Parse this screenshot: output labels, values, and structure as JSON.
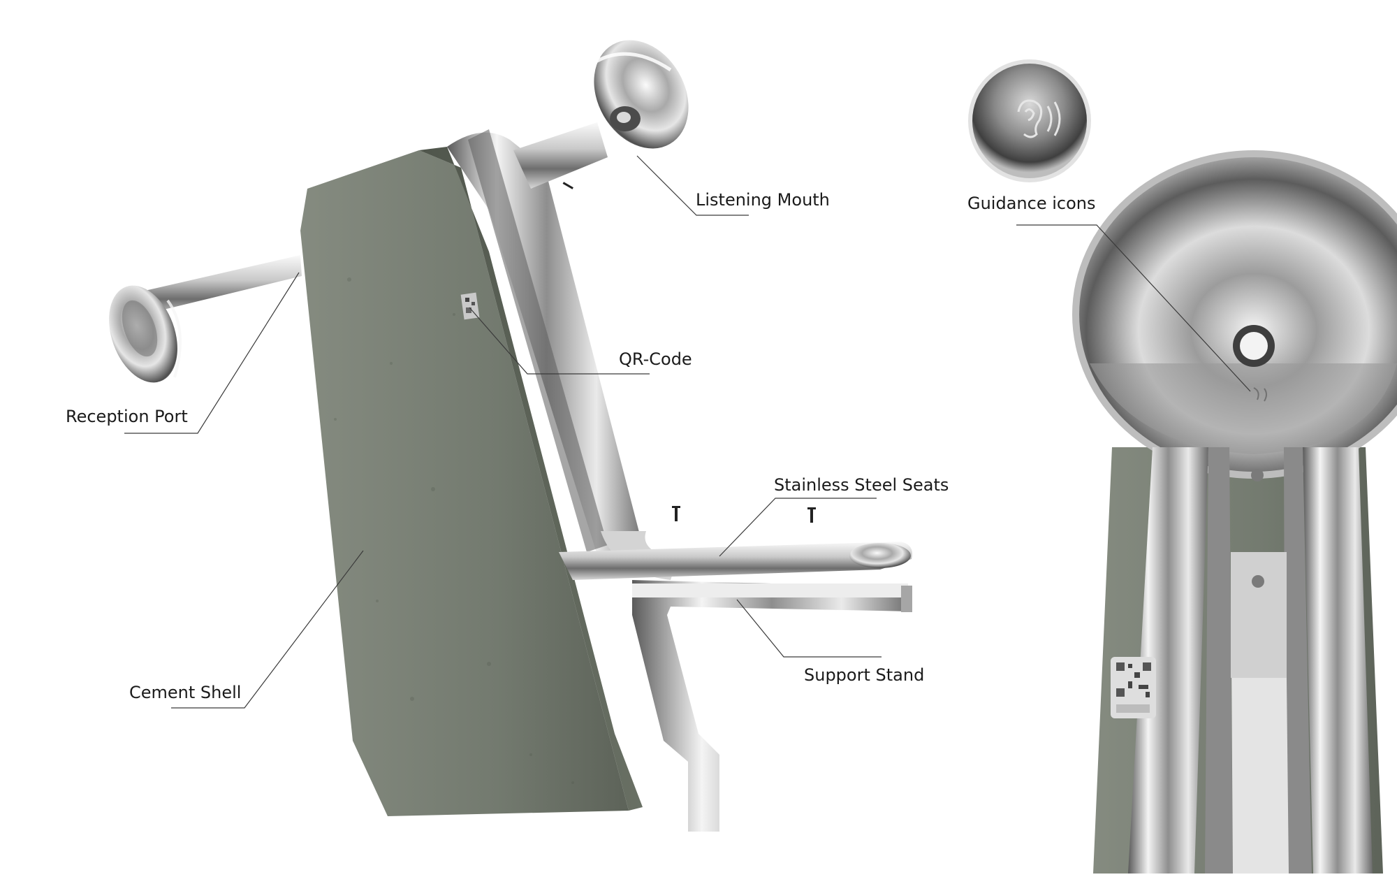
{
  "labels": {
    "listening_mouth": "Listening Mouth",
    "qr_code": "QR-Code",
    "reception_port": "Reception Port",
    "stainless_steel_seats": "Stainless Steel Seats",
    "support_stand": "Support Stand",
    "cement_shell": "Cement Shell",
    "guidance_icons": "Guidance icons"
  },
  "colors": {
    "background": "#ffffff",
    "cement": "#7d8379",
    "cement_dark": "#5f655c",
    "steel_light": "#f2f2f2",
    "steel_mid": "#b8b8b8",
    "steel_dark": "#4a4a4a",
    "leader_line": "#3a3a3a",
    "text": "#1a1a1a"
  },
  "icons": {
    "ear_icon": "ear-with-sound-waves-icon",
    "qr_icon": "qr-code-icon"
  }
}
